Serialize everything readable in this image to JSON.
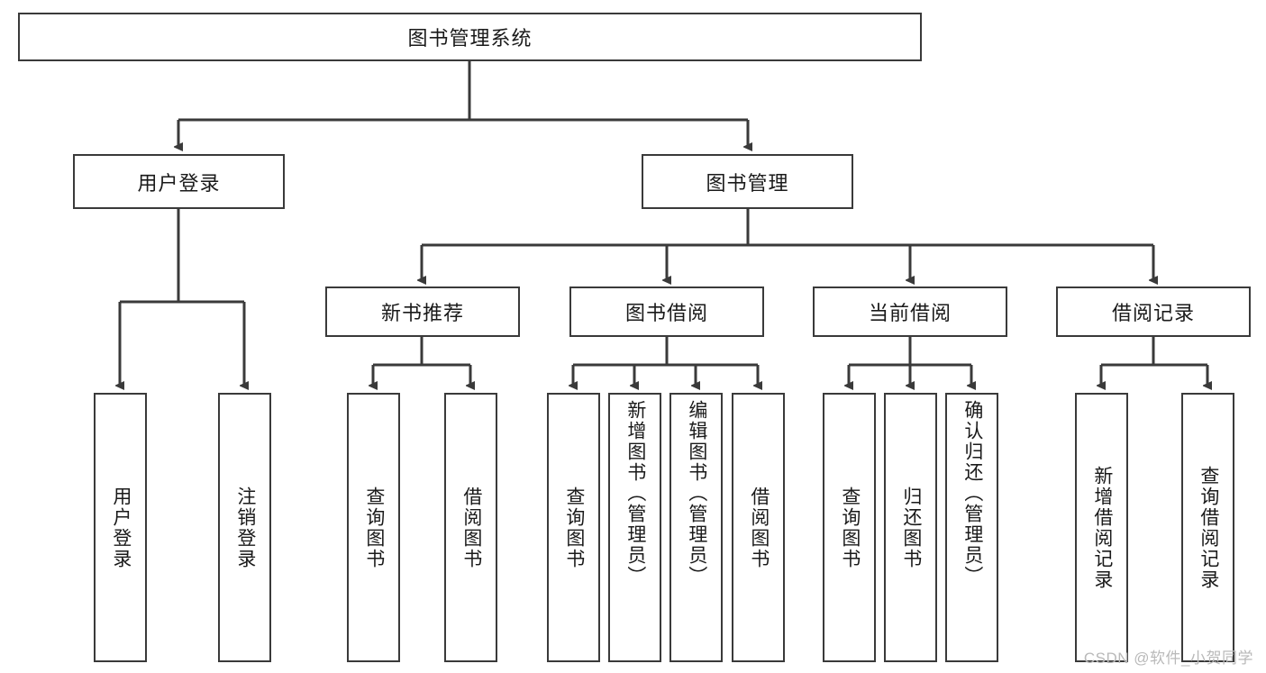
{
  "diagram": {
    "type": "tree",
    "title": "图书管理系统",
    "root": {
      "label": "图书管理系统"
    },
    "level2": [
      {
        "label": "用户登录"
      },
      {
        "label": "图书管理"
      }
    ],
    "level3": [
      {
        "label": "新书推荐"
      },
      {
        "label": "图书借阅"
      },
      {
        "label": "当前借阅"
      },
      {
        "label": "借阅记录"
      }
    ],
    "leaves": {
      "user_login": [
        {
          "label": "用户登录"
        },
        {
          "label": "注销登录"
        }
      ],
      "new_book_recommend": [
        {
          "label": "查询图书"
        },
        {
          "label": "借阅图书"
        }
      ],
      "book_borrow": [
        {
          "label": "查询图书"
        },
        {
          "label": "新增图书（管理员）"
        },
        {
          "label": "编辑图书（管理员）"
        },
        {
          "label": "借阅图书"
        }
      ],
      "current_borrow": [
        {
          "label": "查询图书"
        },
        {
          "label": "归还图书"
        },
        {
          "label": "确认归还（管理员）"
        }
      ],
      "borrow_record": [
        {
          "label": "新增借阅记录"
        },
        {
          "label": "查询借阅记录"
        }
      ]
    }
  },
  "watermark": {
    "text": "CSDN @软件_小贺同学"
  },
  "colors": {
    "box_border": "#3a3a3a",
    "box_fill": "#ffffff",
    "line": "#3a3a3a",
    "text": "#1a1a1a",
    "watermark": "#b9b9b9"
  }
}
